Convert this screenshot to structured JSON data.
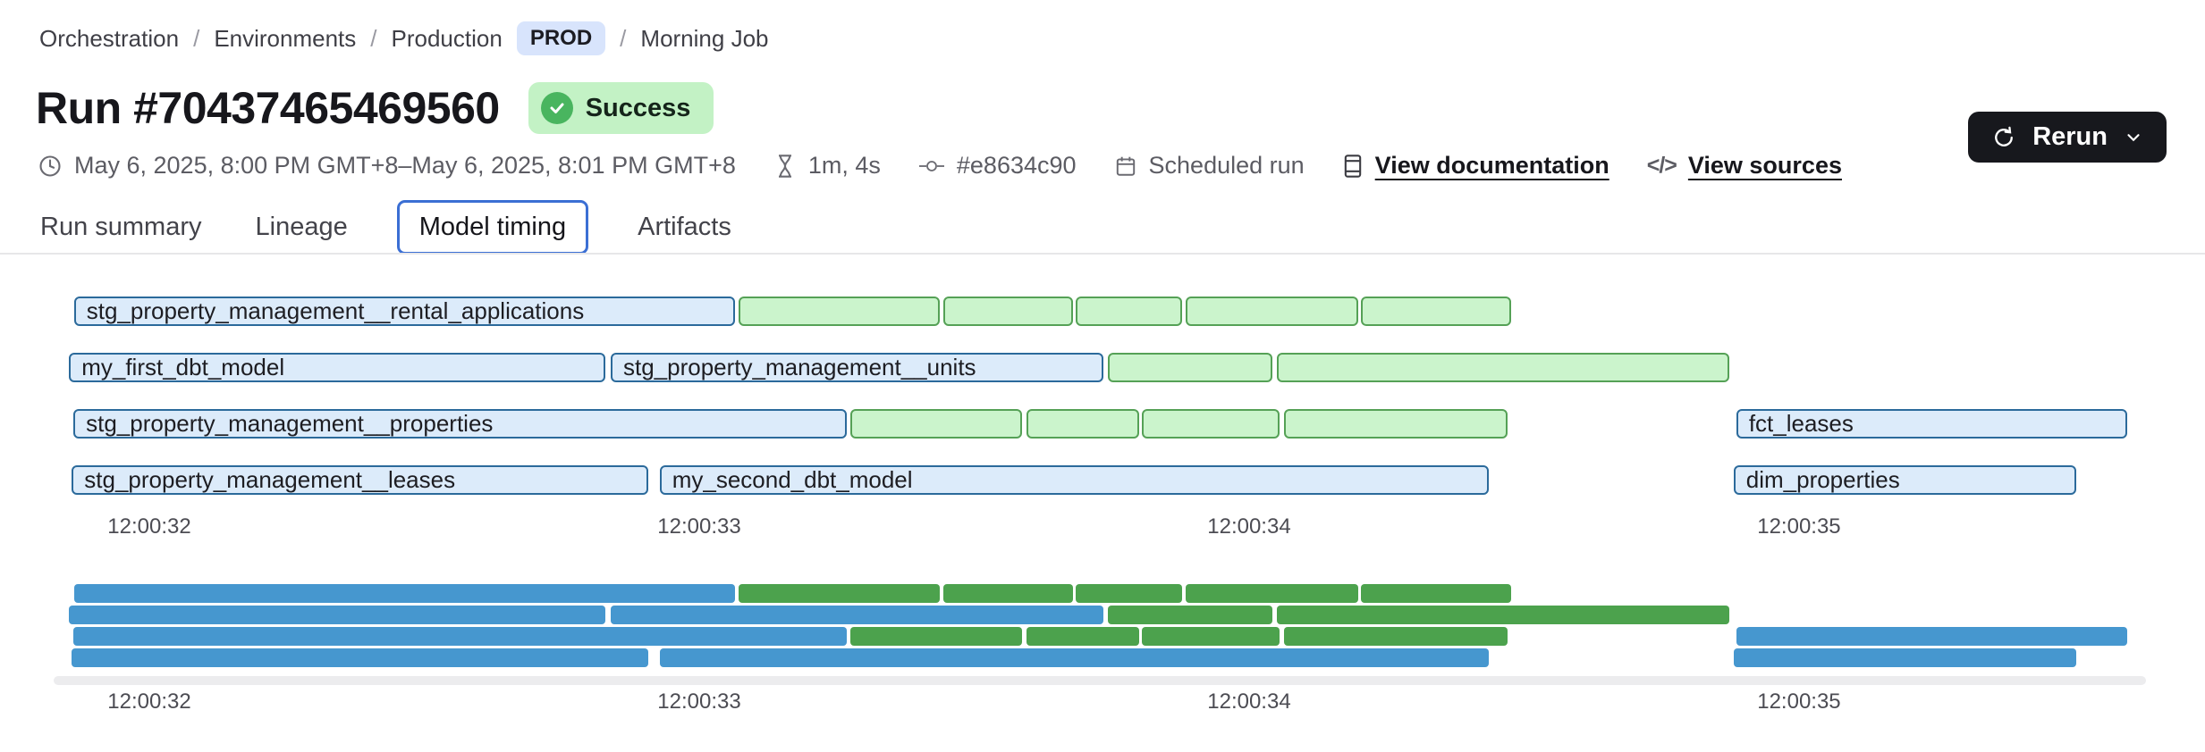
{
  "breadcrumb": {
    "items": [
      {
        "label": "Orchestration"
      },
      {
        "label": "Environments"
      },
      {
        "label": "Production"
      },
      {
        "label": "Morning Job"
      }
    ],
    "env_badge": "PROD",
    "separator": "/"
  },
  "header": {
    "title": "Run #70437465469560",
    "status": "Success"
  },
  "toolbar": {
    "rerun_label": "Rerun"
  },
  "meta": {
    "date_range": "May 6, 2025, 8:00 PM GMT+8–May 6, 2025, 8:01 PM GMT+8",
    "duration": "1m, 4s",
    "commit": "#e8634c90",
    "trigger": "Scheduled run",
    "doc_link": "View documentation",
    "sources_link": "View sources",
    "code_glyph": "</>"
  },
  "tabs": [
    {
      "label": "Run summary",
      "active": false
    },
    {
      "label": "Lineage",
      "active": false
    },
    {
      "label": "Model timing",
      "active": true
    },
    {
      "label": "Artifacts",
      "active": false
    }
  ],
  "chart_data": {
    "type": "gantt",
    "title": "Model timing",
    "x_axis": {
      "tick_labels": [
        "12:00:32",
        "12:00:33",
        "12:00:34",
        "12:00:35"
      ],
      "tick_times": [
        32,
        33,
        34,
        35
      ],
      "domain_seconds": [
        31.826,
        35.631
      ]
    },
    "legend_hint": {
      "blue": "model",
      "green": "test"
    },
    "palette": {
      "blue_fill": "#dcebfa",
      "blue_border": "#2b6a9b",
      "green_fill": "#cbf4cc",
      "green_border": "#55a156",
      "mini_blue": "#4697cf",
      "mini_green": "#4ca24d"
    },
    "rows": [
      {
        "bars": [
          {
            "label": "stg_property_management__rental_applications",
            "color": "blue",
            "start": 31.863,
            "end": 33.065
          },
          {
            "label": "",
            "color": "green",
            "start": 33.072,
            "end": 33.437
          },
          {
            "label": "",
            "color": "green",
            "start": 33.444,
            "end": 33.68
          },
          {
            "label": "",
            "color": "green",
            "start": 33.685,
            "end": 33.878
          },
          {
            "label": "",
            "color": "green",
            "start": 33.885,
            "end": 34.199
          },
          {
            "label": "",
            "color": "green",
            "start": 34.203,
            "end": 34.477
          }
        ]
      },
      {
        "bars": [
          {
            "label": "my_first_dbt_model",
            "color": "blue",
            "start": 31.854,
            "end": 32.829
          },
          {
            "label": "stg_property_management__units",
            "color": "blue",
            "start": 32.839,
            "end": 33.735
          },
          {
            "label": "",
            "color": "green",
            "start": 33.743,
            "end": 34.042
          },
          {
            "label": "",
            "color": "green",
            "start": 34.05,
            "end": 34.873
          }
        ]
      },
      {
        "bars": [
          {
            "label": "stg_property_management__properties",
            "color": "blue",
            "start": 31.862,
            "end": 33.268
          },
          {
            "label": "",
            "color": "green",
            "start": 33.275,
            "end": 33.587
          },
          {
            "label": "",
            "color": "green",
            "start": 33.595,
            "end": 33.8
          },
          {
            "label": "",
            "color": "green",
            "start": 33.805,
            "end": 34.055
          },
          {
            "label": "",
            "color": "green",
            "start": 34.063,
            "end": 34.47
          },
          {
            "label": "fct_leases",
            "color": "blue",
            "start": 34.886,
            "end": 35.597
          }
        ]
      },
      {
        "bars": [
          {
            "label": "stg_property_management__leases",
            "color": "blue",
            "start": 31.859,
            "end": 32.907
          },
          {
            "label": "my_second_dbt_model",
            "color": "blue",
            "start": 32.928,
            "end": 34.436
          },
          {
            "label": "dim_properties",
            "color": "blue",
            "start": 34.881,
            "end": 35.504
          }
        ]
      }
    ]
  }
}
